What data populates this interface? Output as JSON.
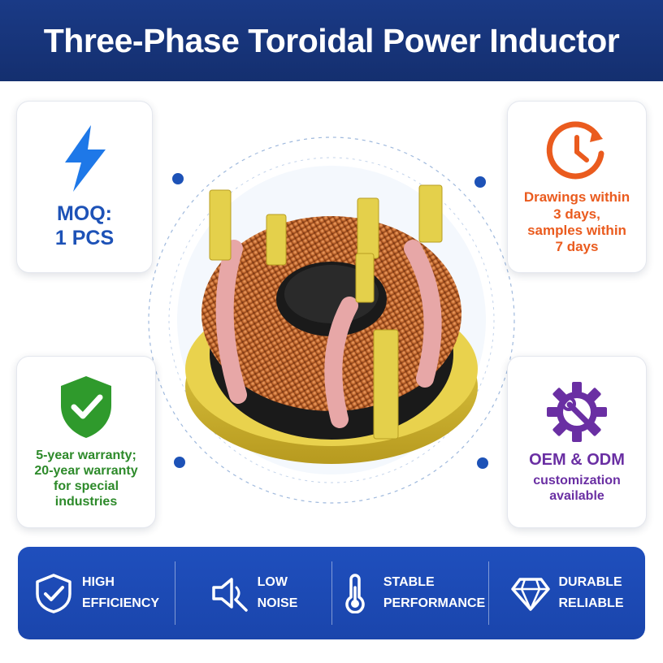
{
  "header": {
    "title": "Three-Phase Toroidal Power Inductor"
  },
  "cards": {
    "moq": {
      "icon": "lightning-bolt-icon",
      "lines": [
        "MOQ:",
        "1 PCS"
      ]
    },
    "drawings": {
      "icon": "clock-arrow-icon",
      "lines": [
        "Drawings within",
        "3 days,",
        "samples within",
        "7 days"
      ]
    },
    "warranty": {
      "icon": "shield-check-icon",
      "lines": [
        "5-year warranty;",
        "20-year warranty",
        "for special",
        "industries"
      ]
    },
    "oem": {
      "icon": "gear-wrench-icon",
      "title": "OEM & ODM",
      "subtitle_lines": [
        "customization",
        "available"
      ]
    }
  },
  "features": [
    {
      "icon": "shield-check-icon",
      "lines": [
        "HIGH",
        "EFFICIENCY"
      ]
    },
    {
      "icon": "speaker-muted-icon",
      "lines": [
        "LOW",
        "NOISE"
      ]
    },
    {
      "icon": "thermometer-icon",
      "lines": [
        "STABLE",
        "PERFORMANCE"
      ]
    },
    {
      "icon": "diamond-icon",
      "lines": [
        "DURABLE",
        "RELIABLE"
      ]
    }
  ],
  "colors": {
    "header_bg": "#142f6f",
    "banner_bg": "#1f4fbd",
    "moq": "#1d52b7",
    "drawings": "#ea5b1e",
    "warranty": "#2d8a2a",
    "oem": "#6a2fa3",
    "copper": "#c46a2f"
  }
}
